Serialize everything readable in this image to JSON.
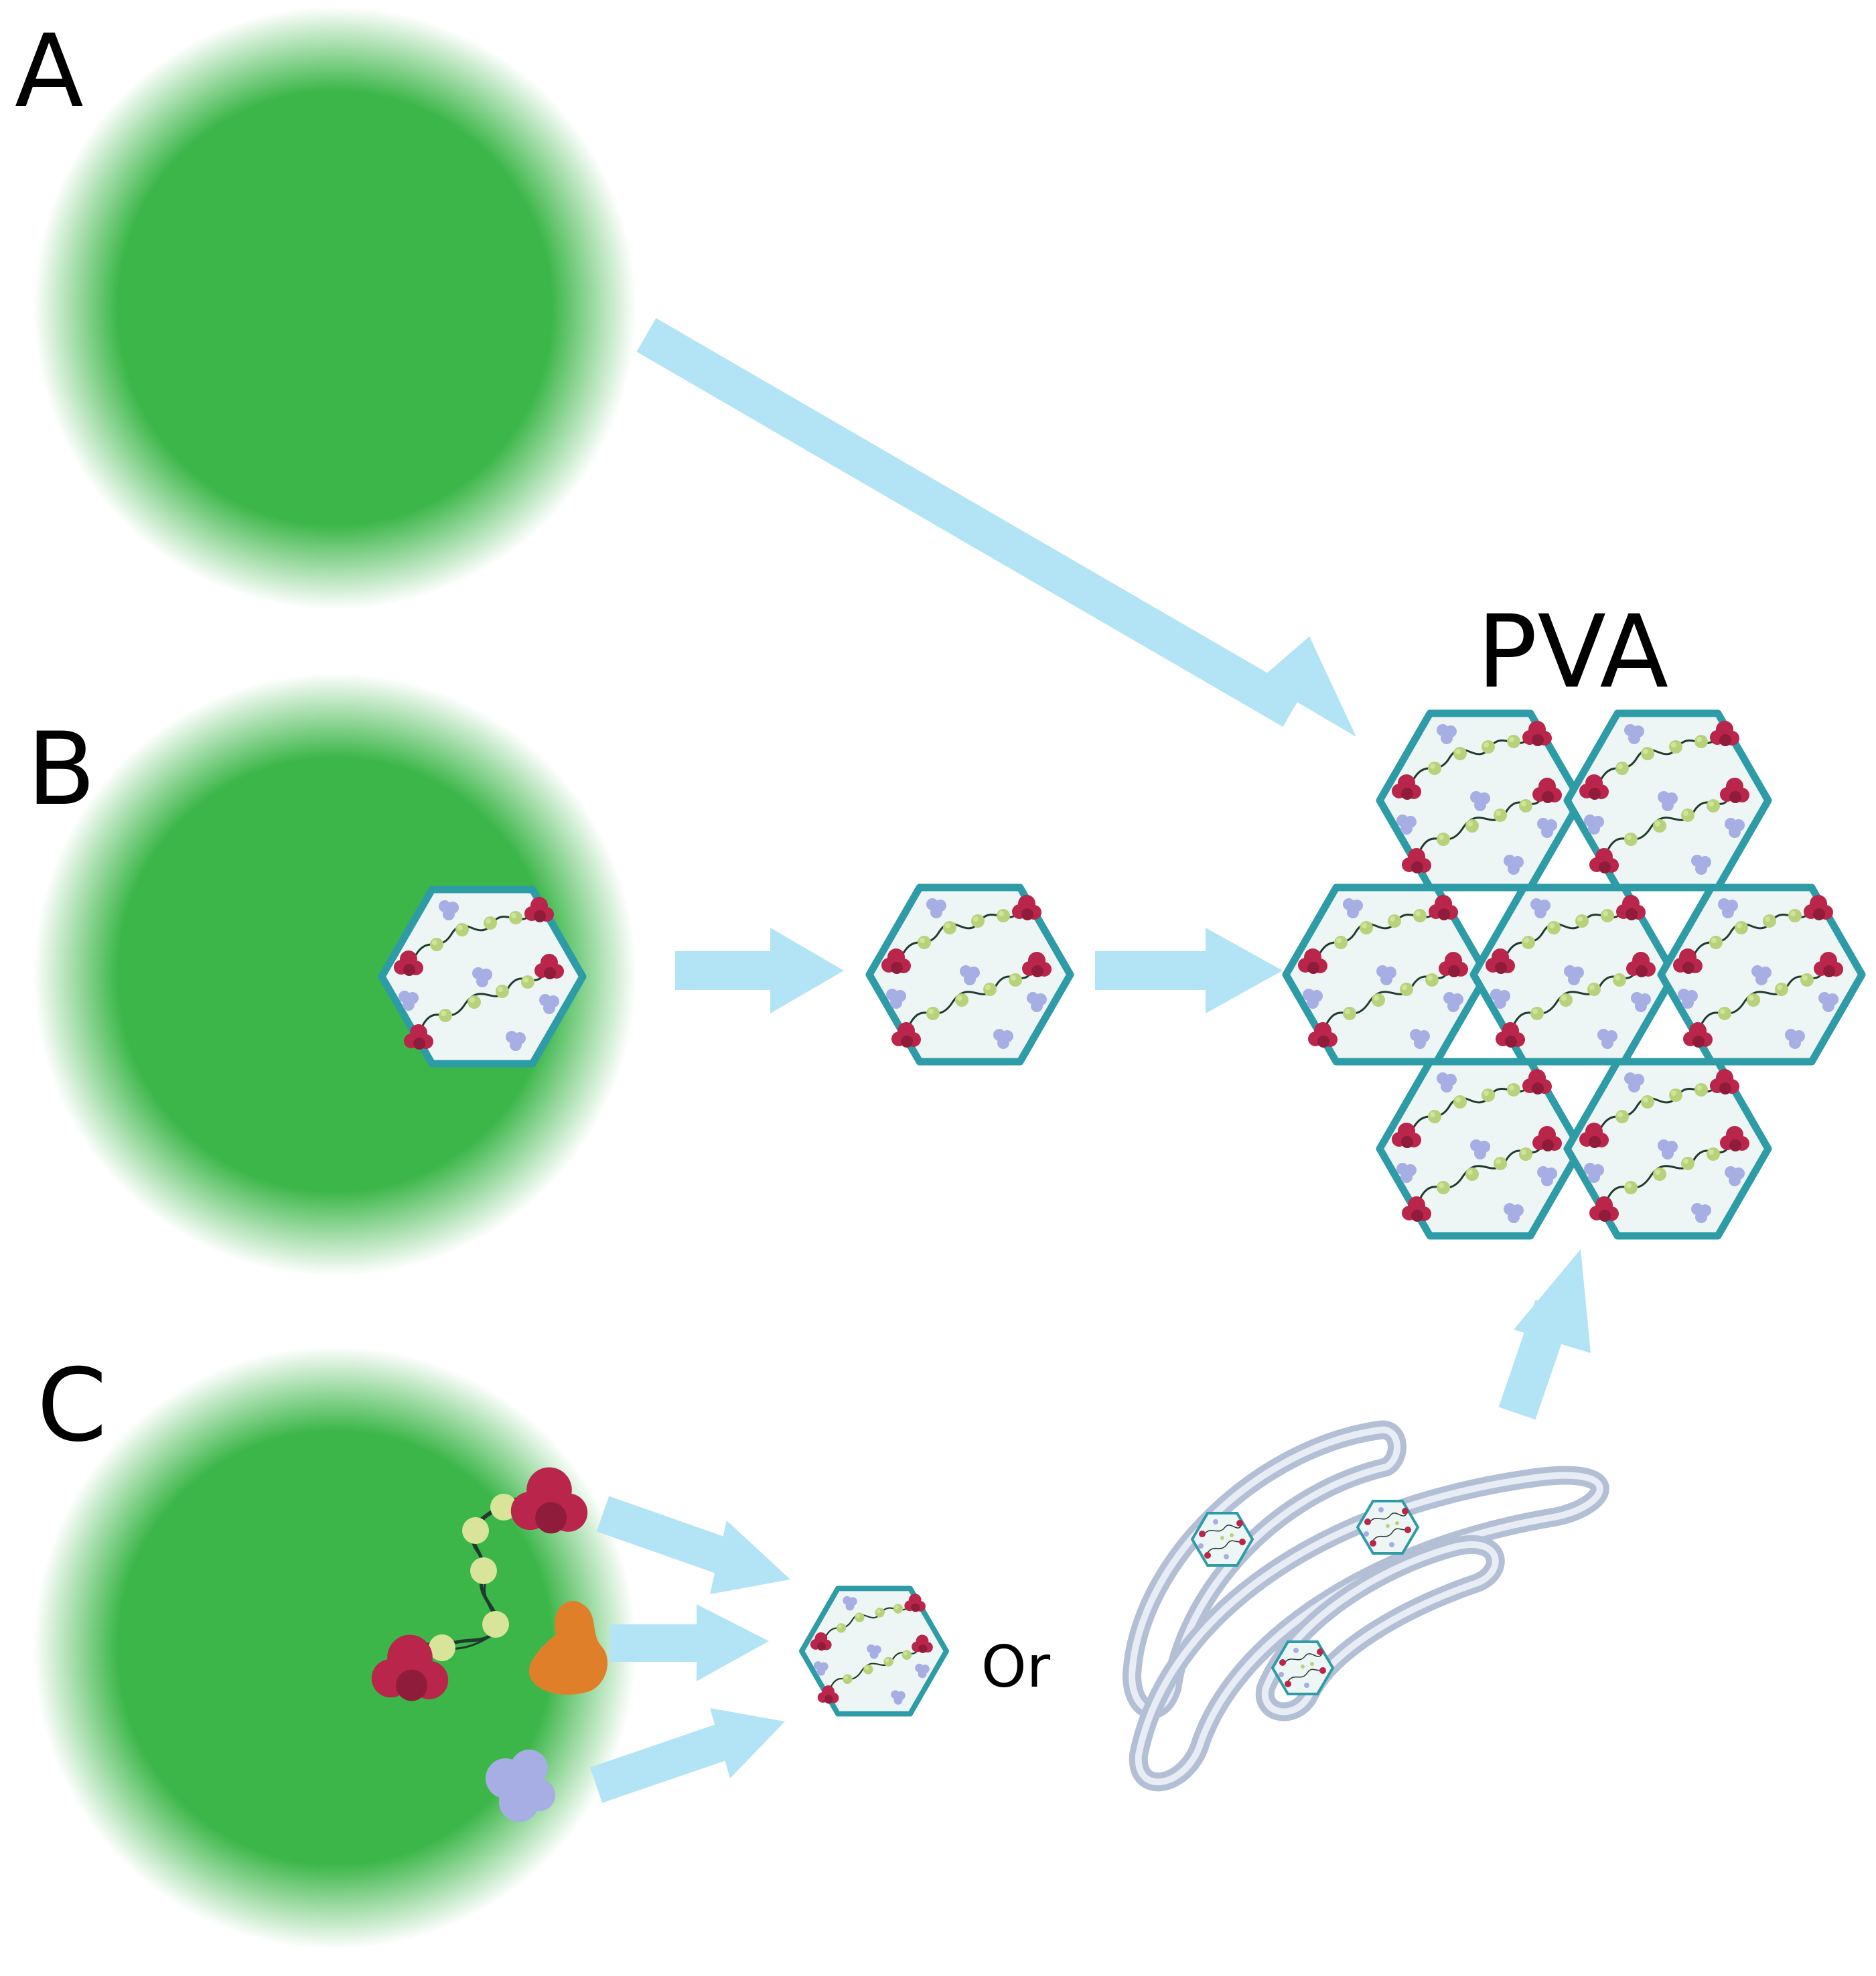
{
  "panel_labels": {
    "a": "A",
    "b": "B",
    "c": "C"
  },
  "product_label": "PVA",
  "or_label": "Or",
  "colors": {
    "cell_green": "#3cb649",
    "arrow": "#b3e4f5",
    "hex_stroke": "#2e9ca6",
    "hex_fill": "#eef6f5",
    "protein_red": "#b9254b",
    "protein_lavender": "#a7aee3",
    "protein_orange": "#e07f2a",
    "bead_green": "#b7d27a",
    "er_stroke": "#b3bfd4",
    "er_fill": "#dfe6f0"
  }
}
